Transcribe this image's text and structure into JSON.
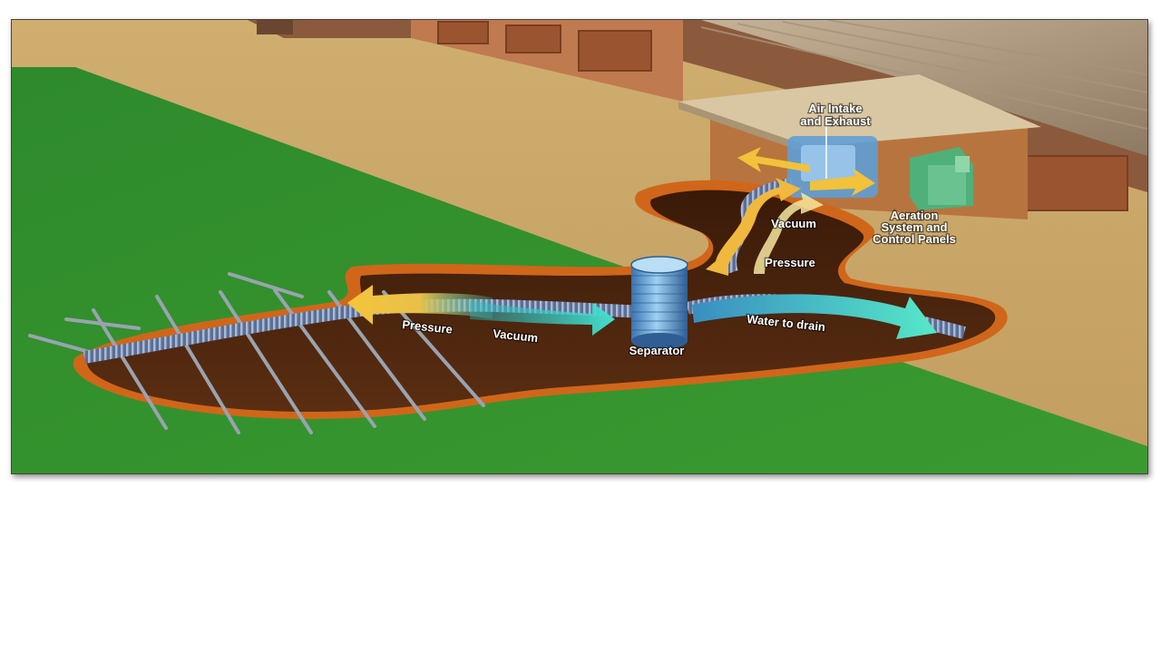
{
  "diagram": {
    "labels": {
      "air_intake": [
        "Air Intake",
        "and Exhaust"
      ],
      "aeration": [
        "Aeration",
        "System and",
        "Control Panels"
      ],
      "vacuum_top": "Vacuum",
      "pressure_top": "Pressure",
      "pressure_left": "Pressure",
      "vacuum_left": "Vacuum",
      "separator": "Separator",
      "water_to_drain": "Water to drain"
    },
    "colors": {
      "grass": "#2f8a2c",
      "ground": "#c9a86a",
      "pit": "#4a2410",
      "pit_rim": "#d0661a",
      "pressure_arrow": "#f2c23a",
      "vacuum_arrow": "#3fd6cc",
      "pipe": "#5b6f95",
      "building_wall": "#b8734a",
      "control_panel": "#4fb07a"
    }
  }
}
